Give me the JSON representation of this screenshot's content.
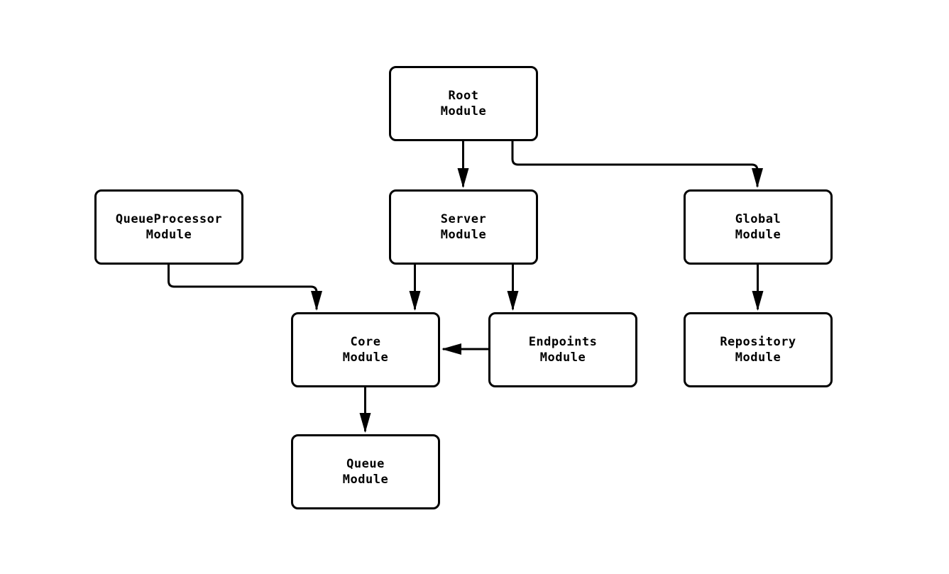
{
  "diagram": {
    "type": "flowchart",
    "direction": "top-down",
    "colors": {
      "background": "#ffffff",
      "node_fill": "#ffffff",
      "node_border": "#000000",
      "edge": "#000000",
      "text": "#000000"
    },
    "nodes": {
      "root": {
        "line1": "Root",
        "line2": "Module"
      },
      "queueprocessor": {
        "line1": "QueueProcessor",
        "line2": "Module"
      },
      "server": {
        "line1": "Server",
        "line2": "Module"
      },
      "global": {
        "line1": "Global",
        "line2": "Module"
      },
      "core": {
        "line1": "Core",
        "line2": "Module"
      },
      "endpoints": {
        "line1": "Endpoints",
        "line2": "Module"
      },
      "repository": {
        "line1": "Repository",
        "line2": "Module"
      },
      "queue": {
        "line1": "Queue",
        "line2": "Module"
      }
    },
    "edges": [
      {
        "from": "Root Module",
        "to": "Server Module"
      },
      {
        "from": "Root Module",
        "to": "Global Module"
      },
      {
        "from": "QueueProcessor Module",
        "to": "Core Module"
      },
      {
        "from": "Server Module",
        "to": "Core Module"
      },
      {
        "from": "Server Module",
        "to": "Endpoints Module"
      },
      {
        "from": "Endpoints Module",
        "to": "Core Module"
      },
      {
        "from": "Global Module",
        "to": "Repository Module"
      },
      {
        "from": "Core Module",
        "to": "Queue Module"
      }
    ]
  }
}
